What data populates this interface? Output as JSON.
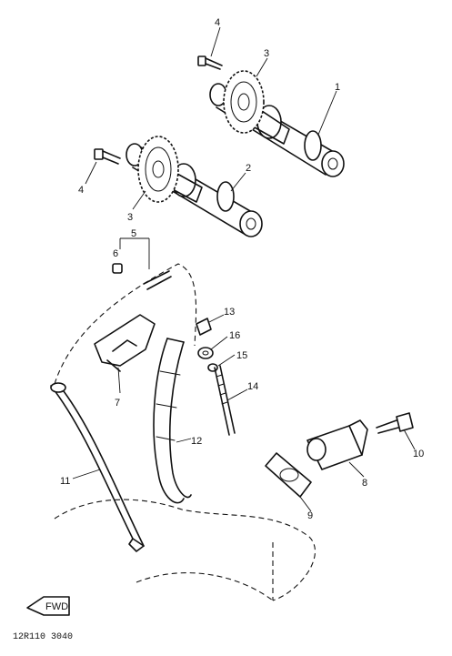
{
  "callouts": {
    "c1": "1",
    "c2": "2",
    "c3a": "3",
    "c3b": "3",
    "c4a": "4",
    "c4b": "4",
    "c5": "5",
    "c6": "6",
    "c7": "7",
    "c8": "8",
    "c9": "9",
    "c10": "10",
    "c11": "11",
    "c12": "12",
    "c13": "13",
    "c14": "14",
    "c15": "15",
    "c16": "16"
  },
  "front_arrow": "FWD",
  "figure_code": "12R110 3040"
}
